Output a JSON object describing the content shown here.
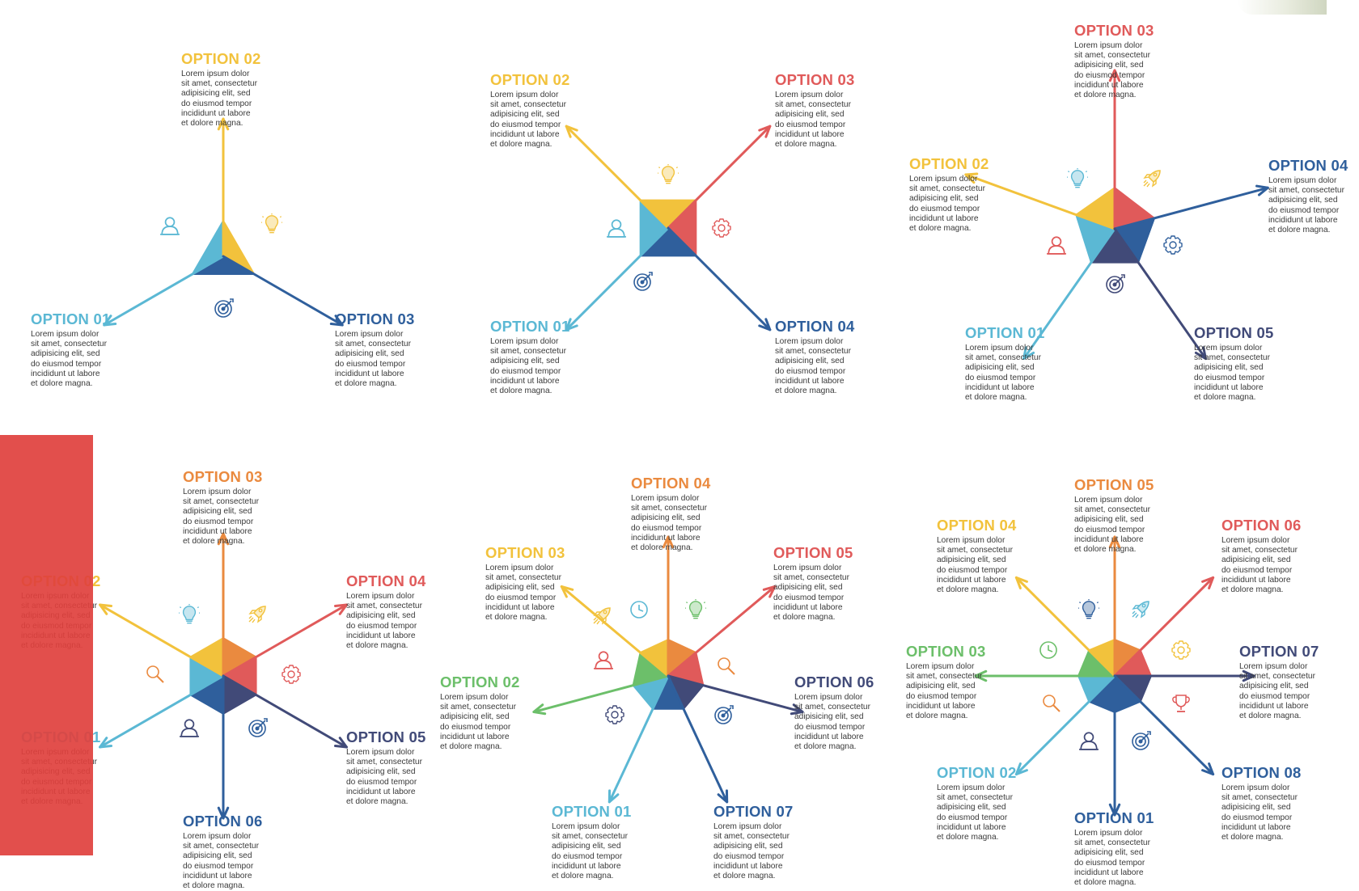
{
  "colors": {
    "cyan": "#5bb8d4",
    "yellow": "#f2c23c",
    "red": "#e05a5a",
    "navy": "#2f5f9c",
    "purple": "#414a78",
    "orange": "#ea8a3f",
    "green": "#6cbf6a",
    "overlay": "#e0403d"
  },
  "body_text": "Lorem ipsum dolor\nsit amet, consectetur\nadipisicing elit, sed\ndo eiusmod tempor\nincididunt ut labore\net dolore magna.",
  "diagrams": [
    {
      "options": [
        {
          "label": "OPTION 01",
          "color": "cyan"
        },
        {
          "label": "OPTION 02",
          "color": "yellow"
        },
        {
          "label": "OPTION 03",
          "color": "navy"
        }
      ],
      "icons": [
        "user-icon",
        "lightbulb-icon",
        "target-icon"
      ]
    },
    {
      "options": [
        {
          "label": "OPTION 01",
          "color": "cyan"
        },
        {
          "label": "OPTION 02",
          "color": "yellow"
        },
        {
          "label": "OPTION 03",
          "color": "red"
        },
        {
          "label": "OPTION 04",
          "color": "navy"
        }
      ],
      "icons": [
        "user-icon",
        "lightbulb-icon",
        "gear-icon",
        "target-icon"
      ]
    },
    {
      "options": [
        {
          "label": "OPTION 01",
          "color": "cyan"
        },
        {
          "label": "OPTION 02",
          "color": "yellow"
        },
        {
          "label": "OPTION 03",
          "color": "red"
        },
        {
          "label": "OPTION 04",
          "color": "navy"
        },
        {
          "label": "OPTION 05",
          "color": "purple"
        }
      ],
      "icons": [
        "lightbulb-icon",
        "rocket-icon",
        "user-icon",
        "gear-icon",
        "target-icon"
      ]
    },
    {
      "options": [
        {
          "label": "OPTION 01",
          "color": "cyan"
        },
        {
          "label": "OPTION 02",
          "color": "yellow"
        },
        {
          "label": "OPTION 03",
          "color": "orange"
        },
        {
          "label": "OPTION 04",
          "color": "red"
        },
        {
          "label": "OPTION 05",
          "color": "purple"
        },
        {
          "label": "OPTION 06",
          "color": "navy"
        }
      ],
      "icons": [
        "lightbulb-icon",
        "rocket-icon",
        "search-icon",
        "gear-icon",
        "user-icon",
        "target-icon"
      ]
    },
    {
      "options": [
        {
          "label": "OPTION 01",
          "color": "cyan"
        },
        {
          "label": "OPTION 02",
          "color": "green"
        },
        {
          "label": "OPTION 03",
          "color": "yellow"
        },
        {
          "label": "OPTION 04",
          "color": "orange"
        },
        {
          "label": "OPTION 05",
          "color": "red"
        },
        {
          "label": "OPTION 06",
          "color": "purple"
        },
        {
          "label": "OPTION 07",
          "color": "navy"
        }
      ],
      "icons": [
        "clock-icon",
        "lightbulb-icon",
        "rocket-icon",
        "search-icon",
        "user-icon",
        "gear-icon",
        "target-icon"
      ]
    },
    {
      "options": [
        {
          "label": "OPTION 01",
          "color": "navy"
        },
        {
          "label": "OPTION 02",
          "color": "cyan"
        },
        {
          "label": "OPTION 03",
          "color": "green"
        },
        {
          "label": "OPTION 04",
          "color": "yellow"
        },
        {
          "label": "OPTION 05",
          "color": "orange"
        },
        {
          "label": "OPTION 06",
          "color": "red"
        },
        {
          "label": "OPTION 07",
          "color": "purple"
        },
        {
          "label": "OPTION 08",
          "color": "navy"
        }
      ],
      "icons": [
        "lightbulb-icon",
        "rocket-icon",
        "clock-icon",
        "gear-icon",
        "search-icon",
        "trophy-icon",
        "user-icon",
        "target-icon"
      ]
    }
  ]
}
